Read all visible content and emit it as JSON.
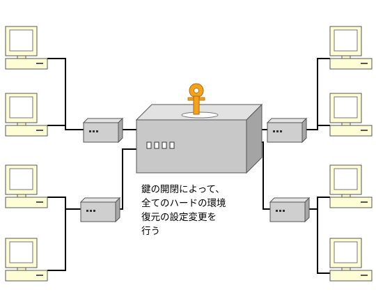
{
  "caption": {
    "lines": [
      "鍵の開閉によって、",
      "全てのハードの環境",
      "復元の設定変更を",
      "行う"
    ]
  },
  "colors": {
    "monitor_fill": "#fefed6",
    "screen_fill": "#ffffff",
    "device_fill": "#c8c8c8",
    "hub_fill": "#cfcfcf",
    "cable": "#000000",
    "key_fill": "#f3a21c",
    "outline": "#555555"
  },
  "icons": {
    "computer": "desktop-computer-icon",
    "hub": "network-hub-icon",
    "central": "central-lock-device-icon",
    "key": "key-icon"
  }
}
